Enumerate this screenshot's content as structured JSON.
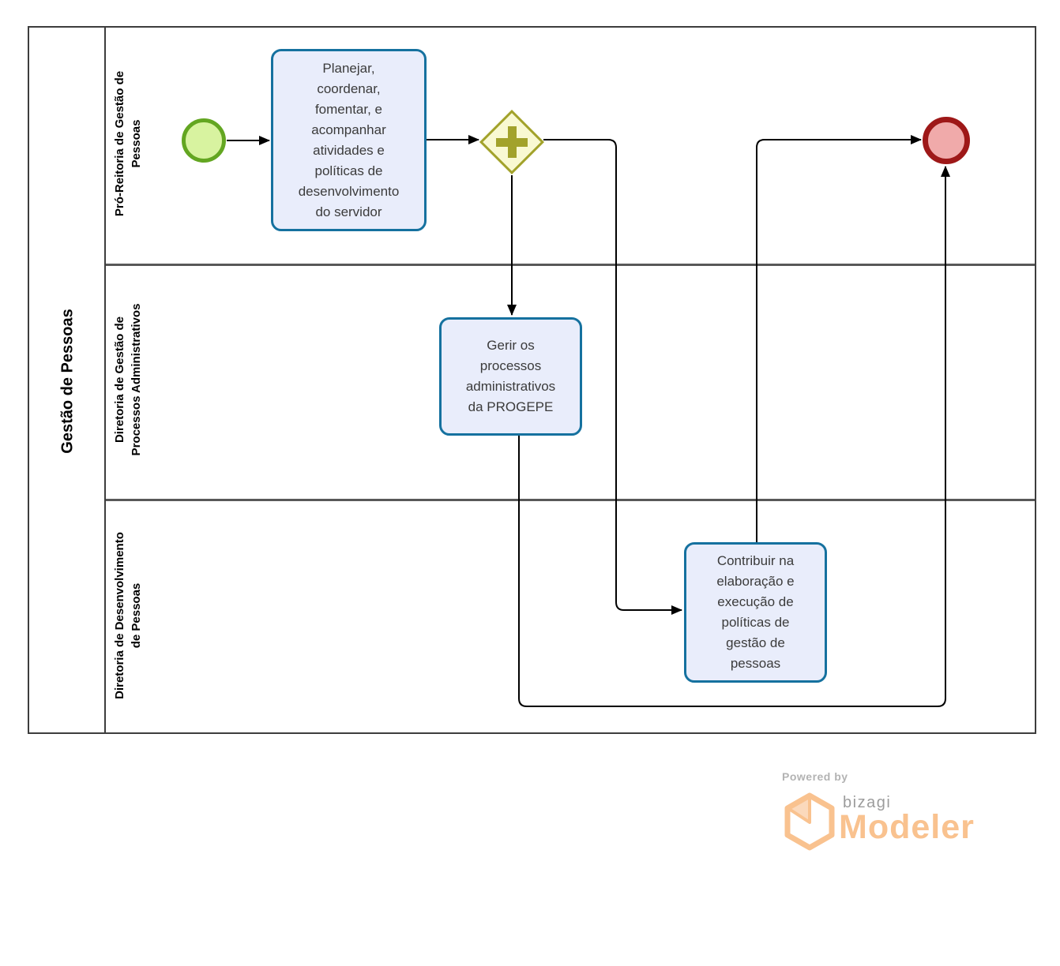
{
  "pool": {
    "title": "Gestão de Pessoas",
    "lanes": [
      {
        "label": "Pró-Reitoria de Gestão de\nPessoas"
      },
      {
        "label": "Diretoria de Gestão de\nProcessos Administrativos"
      },
      {
        "label": "Diretoria de Desenvolvimento\nde Pessoas"
      }
    ]
  },
  "nodes": {
    "task_planejar": {
      "label": "Planejar,\ncoordenar,\nfomentar, e\nacompanhar\natividades e\npolíticas de\ndesenvolvimento\ndo servidor"
    },
    "task_gerir": {
      "label": "Gerir os\nprocessos\nadministrativos\nda PROGEPE"
    },
    "task_contribuir": {
      "label": "Contribuir na\nelaboração e\nexecução de\npolíticas de\ngestão de\npessoas"
    }
  },
  "footer": {
    "powered_by": "Powered by",
    "brand": "bizagi",
    "product": "Modeler"
  },
  "colors": {
    "task_fill": "#e9edfb",
    "task_border": "#15719f",
    "start_fill": "#d8f3a0",
    "start_border": "#63a621",
    "gateway_fill": "#f9f9d2",
    "gateway_border": "#a2a22b",
    "end_fill": "#f0aaaa",
    "end_border": "#9e1818",
    "flow": "#000000",
    "logo_orange": "#f9c28f"
  }
}
